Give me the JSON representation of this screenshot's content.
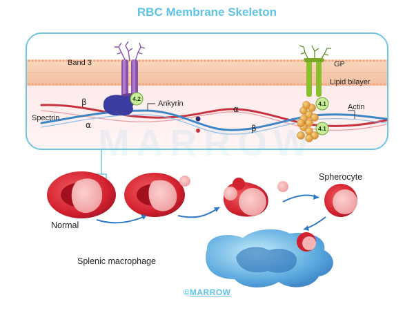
{
  "title": "RBC Membrane Skeleton",
  "watermark": "MARROW",
  "labels": {
    "band3": "Band 3",
    "gp": "GP",
    "lipid_bilayer": "Lipid bilayer",
    "ankyrin": "Ankyrin",
    "actin": "Actin",
    "spectrin": "Spectrin",
    "beta": "β",
    "alpha": "α",
    "protein_42": "4.2",
    "protein_41": "4.1",
    "normal": "Normal",
    "spherocyte": "Spherocyte",
    "splenic_macrophage": "Splenic macrophage"
  },
  "footer": {
    "symbol": "©",
    "brand": "MARROW"
  },
  "colors": {
    "title": "#5fc3e4",
    "rbc": "#d32030",
    "membrane": "#f6c7a6",
    "band3": "#8a52a8",
    "gp": "#8cbf2e",
    "spectrin_red": "#c8323e",
    "spectrin_blue": "#3d86c6",
    "actin": "#e8a23c",
    "macrophage": "#5aa9de"
  }
}
